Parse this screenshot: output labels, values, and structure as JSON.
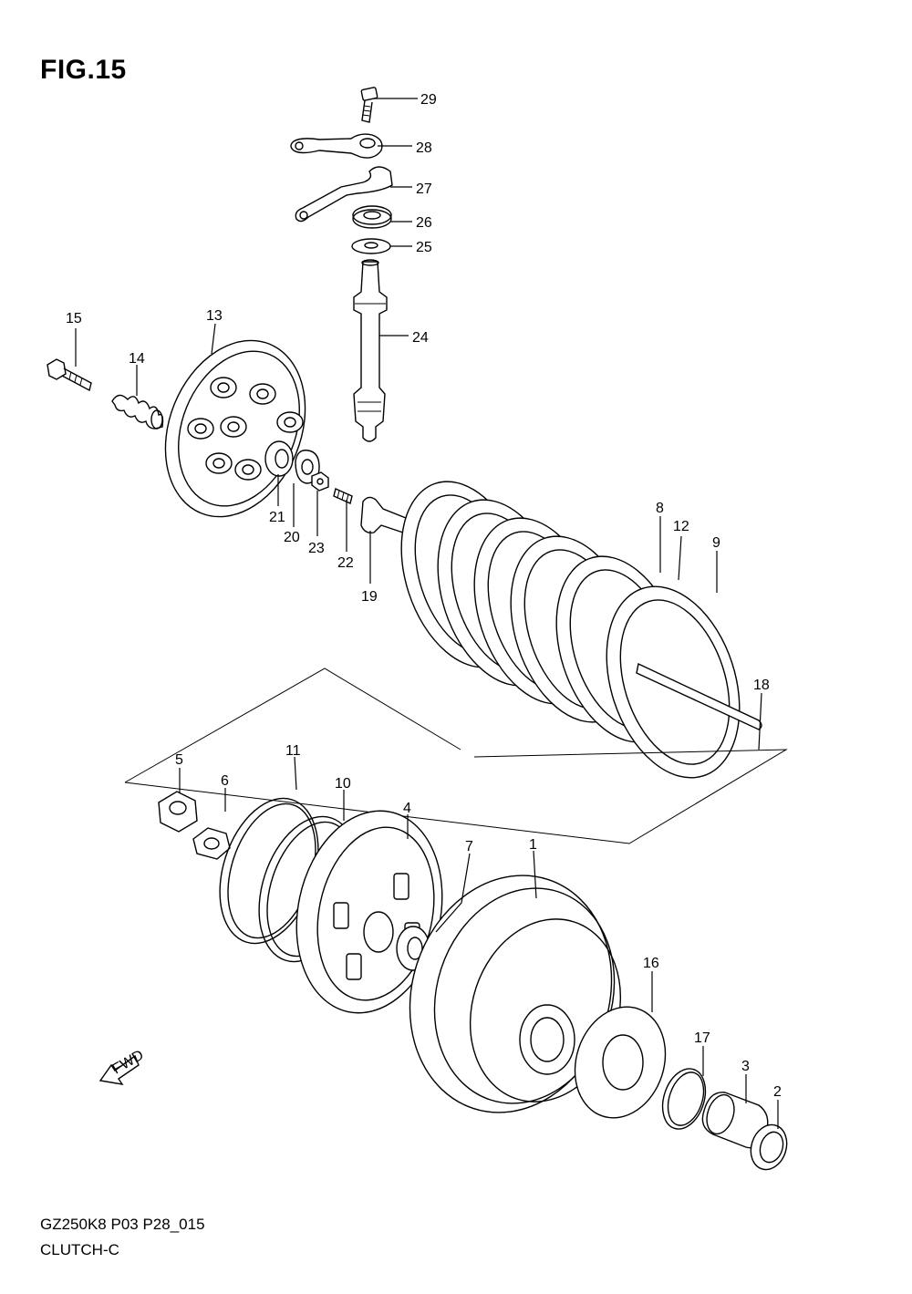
{
  "figure": {
    "title": "FIG.15",
    "model_code": "GZ250K8 P03 P28_015",
    "section_name": "CLUTCH-C",
    "fwd_label": "FWD"
  },
  "callouts": [
    "29",
    "28",
    "27",
    "26",
    "25",
    "24",
    "15",
    "13",
    "14",
    "21",
    "20",
    "23",
    "22",
    "19",
    "8",
    "12",
    "9",
    "18",
    "5",
    "11",
    "6",
    "10",
    "4",
    "7",
    "1",
    "16",
    "17",
    "3",
    "2"
  ]
}
